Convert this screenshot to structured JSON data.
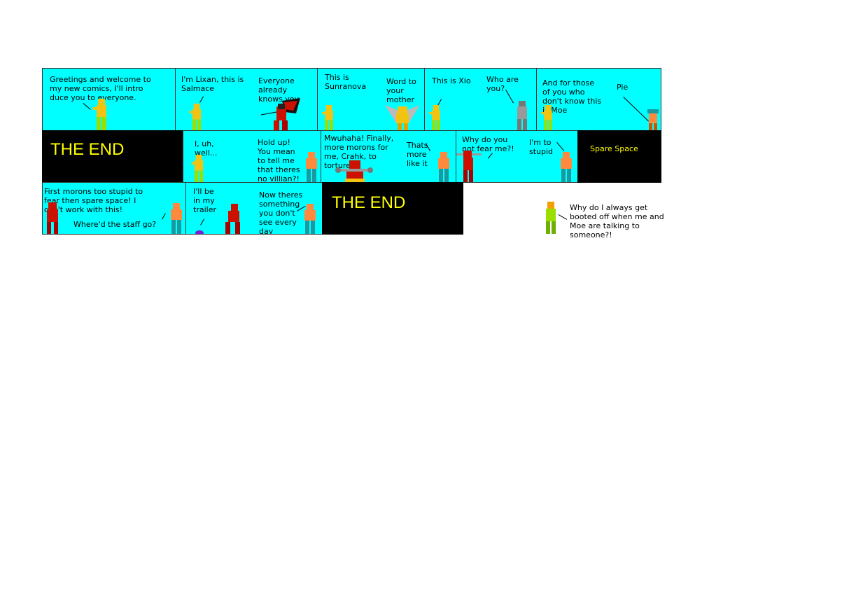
{
  "colors": {
    "panel_bg": "#00ffff",
    "end_bg": "#000000",
    "end_text": "#ffff00",
    "gold": "#f2c411",
    "lime": "#9adf00",
    "red": "#cc1100",
    "orange": "#ff8a3d",
    "teal": "#1a9aa0",
    "grey": "#888888"
  },
  "row1": {
    "p1": {
      "text": "Greetings and welcome to\nmy new comics, I'll intro\nduce you to everyone."
    },
    "p2": {
      "left": "I'm Lixan, this is\nSalmace",
      "right": "Everyone\nalready\nknows you"
    },
    "p3": {
      "left": "This is\nSunranova",
      "right": "Word to\nyour\nmother"
    },
    "p4": {
      "left": "This is Xio",
      "right": "Who are\nyou?"
    },
    "p5": {
      "left": "And for those\nof you who\ndon't know this\nis Moe",
      "right": "Pie"
    }
  },
  "row2": {
    "end": "THE END",
    "p1": {
      "left": "I, uh,\nwell...",
      "right": "Hold up!\nYou mean\nto tell me\nthat theres\nno villian?!"
    },
    "p2": {
      "left": "Mwuhaha! Finally,\nmore morons for\nme, Crahk, to\ntorture!",
      "right": "Thats\nmore\nlike it"
    },
    "p3": {
      "left": "Why do you\nnot fear me?!",
      "right": "I'm to\nstupid"
    },
    "spare": "Spare Space"
  },
  "row3": {
    "p1": {
      "text": "First morons too stupid to\nfear then spare space! I\ncan't work with this!",
      "text2": "Where'd the staff go?"
    },
    "p2": {
      "left": "I'll be\nin my\ntrailer",
      "right": "Now theres\nsomething\nyou don't\nsee every\nday"
    },
    "end": "THE END"
  },
  "aside": {
    "text": "Why do I always get\nbooted off when me and\nMoe are talking to\nsomeone?!"
  }
}
